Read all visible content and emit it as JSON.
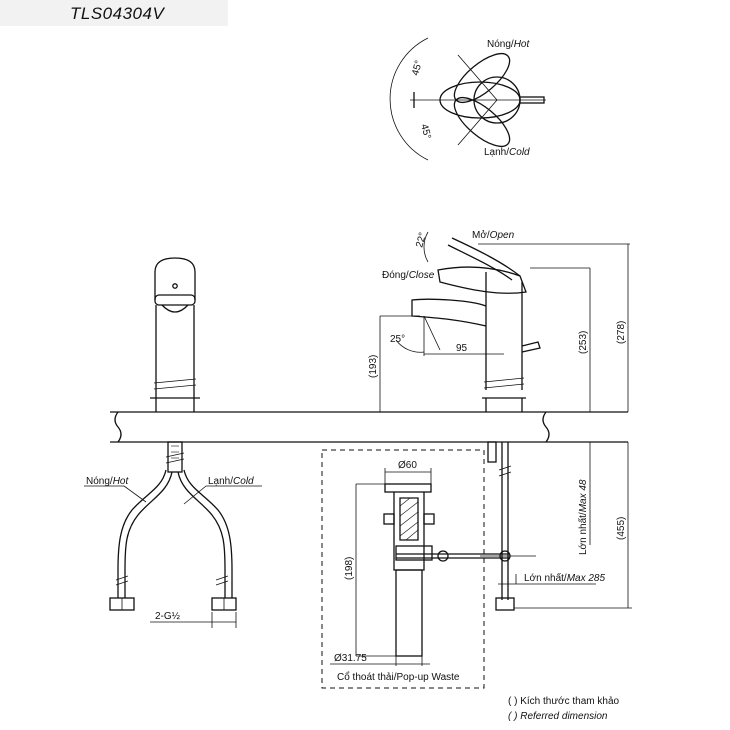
{
  "model": "TLS04304V",
  "labels": {
    "top_hot": "Nóng/",
    "top_hot_en": "Hot",
    "top_cold": "Lạnh/",
    "top_cold_en": "Cold",
    "angle_45_a": "45°",
    "angle_45_b": "45°",
    "open": "Mở/",
    "open_en": "Open",
    "close": "Đóng/",
    "close_en": "Close",
    "angle_22": "22°",
    "angle_25": "25°",
    "dim_95": "95",
    "dim_193": "(193)",
    "dim_253": "(253)",
    "dim_278": "(278)",
    "dim_455": "(455)",
    "max48": "Lớn nhất/",
    "max48_en": "Max 48",
    "max285": "Lớn nhất/",
    "max285_en": "Max 285",
    "dia60": "Ø60",
    "dim_198": "(198)",
    "dia3175": "Ø31.75",
    "popup": "Cổ thoát thải/Pop-up Waste",
    "left_hot": "Nóng/",
    "left_hot_en": "Hot",
    "left_cold": "Lạnh/",
    "left_cold_en": "Cold",
    "thread": "2-G½"
  },
  "legend": {
    "line1": "(  ) Kích thước tham khảo",
    "line2": "(  ) Referred dimension"
  }
}
